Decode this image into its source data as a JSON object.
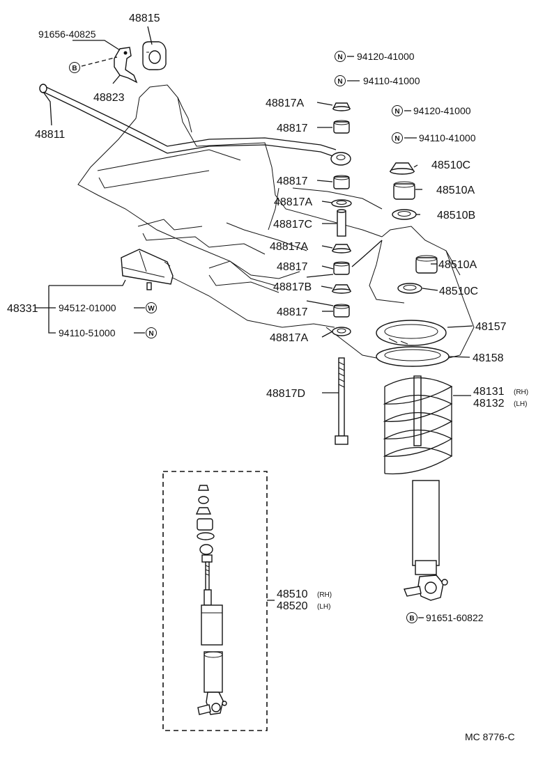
{
  "labels": {
    "p48815": "48815",
    "p91656_40825": "91656-40825",
    "p48823": "48823",
    "p48811": "48811",
    "n94120_a": "94120-41000",
    "n94110_a": "94110-41000",
    "n94120_b": "94120-41000",
    "n94110_b": "94110-41000",
    "p48817A_1": "48817A",
    "p48817_1": "48817",
    "p48510C_1": "48510C",
    "p48510A_1": "48510A",
    "p48817_2": "48817",
    "p48817A_2": "48817A",
    "p48510B": "48510B",
    "p48817C": "48817C",
    "p48817A_3": "48817A",
    "p48817_3": "48817",
    "p48510A_2": "48510A",
    "p48817B": "48817B",
    "p48510C_2": "48510C",
    "p48817_4": "48817",
    "p48331": "48331",
    "w94512": "94512-01000",
    "n94110_51": "94110-51000",
    "p48157": "48157",
    "p48817A_4": "48817A",
    "p48158": "48158",
    "p48817D": "48817D",
    "p48131": "48131",
    "p48131_side": "(RH)",
    "p48132": "48132",
    "p48132_side": "(LH)",
    "p48510": "48510",
    "p48510_side": "(RH)",
    "p48520": "48520",
    "p48520_side": "(LH)",
    "b91651": "91651-60822",
    "catalog_code": "MC  8776-C"
  },
  "symbols": {
    "b": "B",
    "n": "N",
    "w": "W"
  }
}
